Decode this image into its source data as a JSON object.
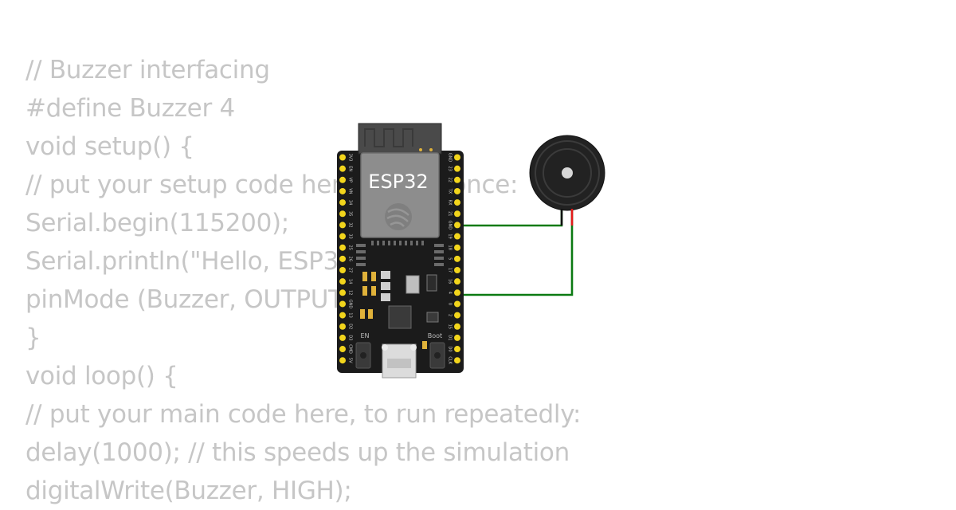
{
  "code_lines": [
    "// Buzzer interfacing",
    "#define Buzzer 4",
    "void setup() {",
    "// put your setup code here, to run once:",
    "Serial.begin(115200);",
    "Serial.println(\"Hello, ESP32!\");",
    "pinMode (Buzzer, OUTPUT);",
    "}",
    "void loop() {",
    "// put your main code here, to run repeatedly:",
    "delay(1000); // this speeds up the simulation",
    "digitalWrite(Buzzer, HIGH);"
  ],
  "board": {
    "chip_label": "ESP32",
    "button_en": "EN",
    "button_boot": "Boot",
    "left_pins": [
      "3V3",
      "EN",
      "VP",
      "VN",
      "34",
      "35",
      "32",
      "33",
      "25",
      "26",
      "27",
      "14",
      "12",
      "GND",
      "13",
      "D2",
      "D3",
      "CMD",
      "5V"
    ],
    "right_pins": [
      "GND",
      "23",
      "22",
      "TX",
      "RX",
      "21",
      "GND",
      "19",
      "18",
      "5",
      "17",
      "16",
      "4",
      "0",
      "2",
      "15",
      "D1",
      "D0",
      "CLK"
    ]
  },
  "colors": {
    "code_text": "#c6c6c6",
    "board": "#1b1b1b",
    "pin": "#f2d51c",
    "wire_green": "#0b7a12",
    "wire_red": "#e41a1a"
  }
}
